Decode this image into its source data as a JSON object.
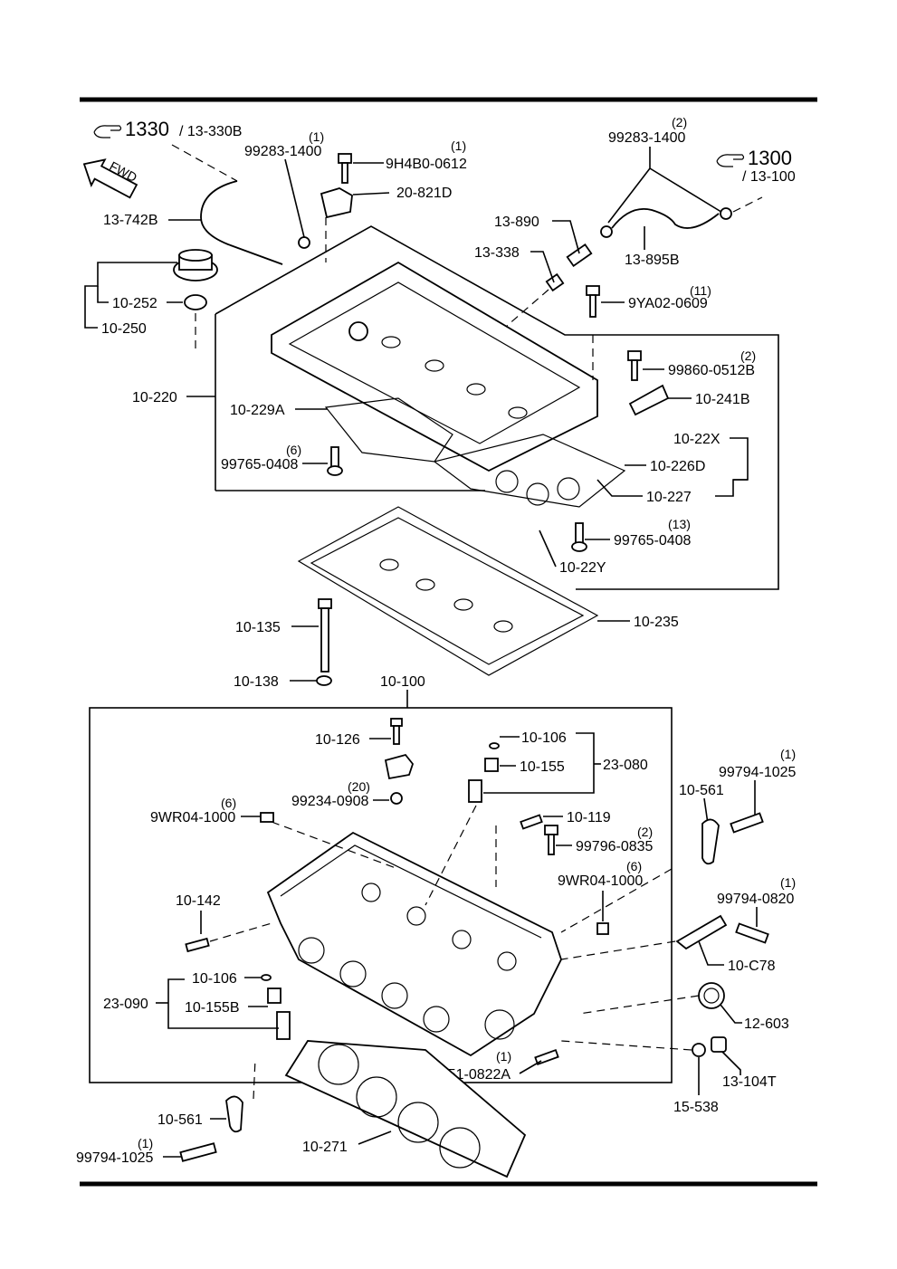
{
  "refs": {
    "top_left_main": "1330",
    "top_left_sub": "/ 13-330B",
    "top_right_main": "1300",
    "top_right_sub": "/ 13-100",
    "fwd": "FWD"
  },
  "labels": {
    "p99283_1400_left": "99283-1400",
    "q99283_1400_left": "(1)",
    "p9H4B0_0612": "9H4B0-0612",
    "q9H4B0_0612": "(1)",
    "p20_821D": "20-821D",
    "p99283_1400_right": "99283-1400",
    "q99283_1400_right": "(2)",
    "p13_742B": "13-742B",
    "p13_890": "13-890",
    "p13_338": "13-338",
    "p13_895B": "13-895B",
    "p10_252": "10-252",
    "p10_250": "10-250",
    "p9YA02_0609": "9YA02-0609",
    "q9YA02_0609": "(11)",
    "p99860_0512B": "99860-0512B",
    "q99860_0512B": "(2)",
    "p10_220": "10-220",
    "p10_229A": "10-229A",
    "p10_241B": "10-241B",
    "p10_22X": "10-22X",
    "p99765_0408_left": "99765-0408",
    "q99765_0408_left": "(6)",
    "p10_226D": "10-226D",
    "p10_227": "10-227",
    "p99765_0408_right": "99765-0408",
    "q99765_0408_right": "(13)",
    "p10_22Y": "10-22Y",
    "p10_135": "10-135",
    "p10_235": "10-235",
    "p10_138": "10-138",
    "p10_100": "10-100",
    "p10_126": "10-126",
    "p10_106_top": "10-106",
    "p10_155": "10-155",
    "p23_080": "23-080",
    "p99234_0908": "99234-0908",
    "q99234_0908": "(20)",
    "p9WR04_1000_left": "9WR04-1000",
    "q9WR04_1000_left": "(6)",
    "p10_119": "10-119",
    "p99796_0835": "99796-0835",
    "q99796_0835": "(2)",
    "p9WR04_1000_right": "9WR04-1000",
    "q9WR04_1000_right": "(6)",
    "p99794_1025_right": "99794-1025",
    "q99794_1025_right": "(1)",
    "p10_561_right": "10-561",
    "p99794_0820": "99794-0820",
    "q99794_0820": "(1)",
    "p10_C78": "10-C78",
    "p10_142": "10-142",
    "p10_106_bottom": "10-106",
    "p23_090": "23-090",
    "p10_155B": "10-155B",
    "p12_603": "12-603",
    "p13_104T": "13-104T",
    "p99851_0822A": "99851-0822A",
    "q99851_0822A": "(1)",
    "p15_538": "15-538",
    "p10_561_left": "10-561",
    "p99794_1025_left": "99794-1025",
    "q99794_1025_left": "(1)",
    "p10_271": "10-271"
  },
  "icons": [
    "hand-pointer-icon",
    "fwd-arrow-icon"
  ]
}
